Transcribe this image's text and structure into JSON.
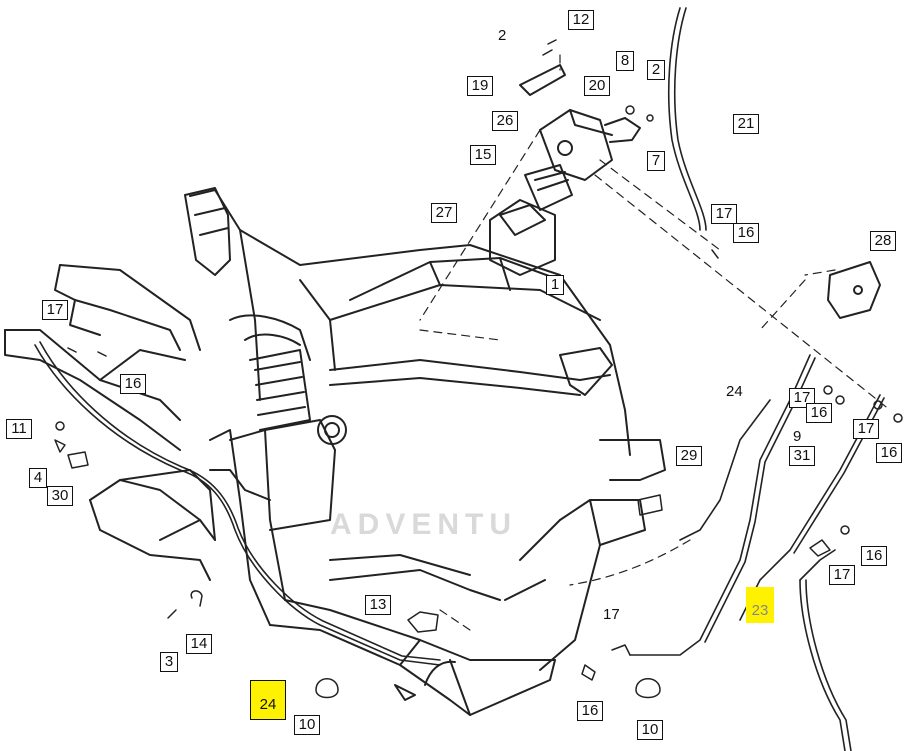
{
  "watermark": {
    "text": "ADVENTU"
  },
  "callouts": {
    "c12": "12",
    "c2a": "2",
    "c19": "19",
    "c20": "20",
    "c8": "8",
    "c2b": "2",
    "c26": "26",
    "c7": "7",
    "c21": "21",
    "c15": "15",
    "c27": "27",
    "c1": "1",
    "c17a": "17",
    "c16a": "16",
    "c28": "28",
    "c17b": "17",
    "c16b": "16",
    "c24a": "24",
    "c17c": "17",
    "c16c": "16",
    "c9": "9",
    "c31": "31",
    "c17d": "17",
    "c16d": "16",
    "c11": "11",
    "c4": "4",
    "c30": "30",
    "c29": "29",
    "c16e": "16",
    "c17e": "17",
    "c23": "23",
    "c13": "13",
    "c3": "3",
    "c14": "14",
    "c24b": "24",
    "c10a": "10",
    "c17f": "17",
    "c16f": "16",
    "c10b": "10"
  },
  "highlight_color": "#fff200"
}
